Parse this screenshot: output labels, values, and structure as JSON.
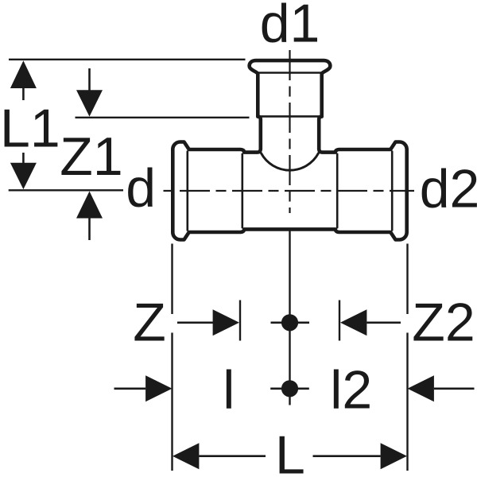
{
  "figure": {
    "type": "technical-dimension-diagram",
    "subject": "press-fit tee pipe fitting, cross-section side view with dimension lines",
    "background_color": "#ffffff",
    "line_color": "#1a1a1a"
  },
  "labels": {
    "branch_diameter": "d1",
    "branch_height": "L1",
    "branch_z_dimension": "Z1",
    "left_diameter": "d",
    "right_diameter": "d2",
    "left_z_dimension": "Z",
    "right_z_dimension": "Z2",
    "left_insertion_length": "l",
    "right_insertion_length": "l2",
    "overall_length": "L"
  }
}
